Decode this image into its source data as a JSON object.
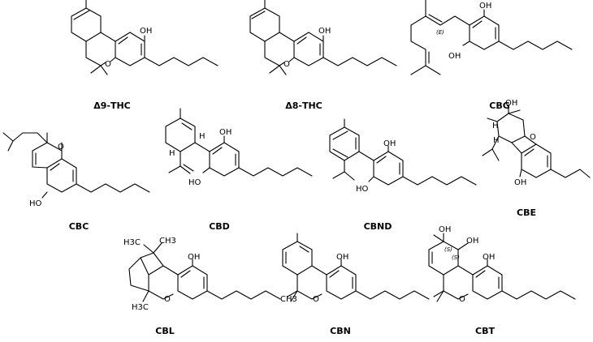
{
  "compounds": [
    {
      "name": "Δ9-THC"
    },
    {
      "name": "Δ8-THC"
    },
    {
      "name": "CBG"
    },
    {
      "name": "CBC"
    },
    {
      "name": "CBD"
    },
    {
      "name": "CBND"
    },
    {
      "name": "CBE"
    },
    {
      "name": "CBL"
    },
    {
      "name": "CBN"
    },
    {
      "name": "CBT"
    }
  ],
  "atom_labels": {
    "oh": "OH",
    "ho": "HO",
    "o": "O",
    "h": "H",
    "ch3": "CH3",
    "h3c": "H3C",
    "e": "(E)",
    "s": "(S)"
  }
}
